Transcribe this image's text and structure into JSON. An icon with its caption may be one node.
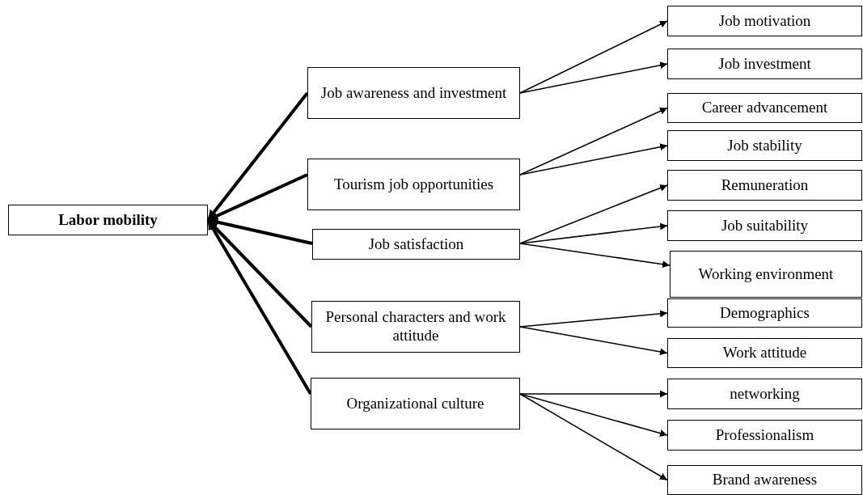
{
  "diagram": {
    "nodes": [
      {
        "text": [
          "Labor mobility"
        ]
      },
      {
        "text": [
          "Job awareness and investment"
        ]
      },
      {
        "text": [
          "Tourism job opportunities"
        ]
      },
      {
        "text": [
          "Job satisfaction"
        ]
      },
      {
        "text": [
          "Personal characters and work attitude"
        ]
      },
      {
        "text": [
          "Organizational culture"
        ]
      },
      {
        "text": [
          "Job motivation"
        ]
      },
      {
        "text": [
          "Job investment"
        ]
      },
      {
        "text": [
          "Career advancement"
        ]
      },
      {
        "text": [
          "Job stability"
        ]
      },
      {
        "text": [
          "Remuneration"
        ]
      },
      {
        "text": [
          "Job suitability"
        ]
      },
      {
        "text": [
          "Working environment"
        ]
      },
      {
        "text": [
          "Demographics"
        ]
      },
      {
        "text": [
          "Work attitude"
        ]
      },
      {
        "text": [
          "networking"
        ]
      },
      {
        "text": [
          "Professionalism"
        ]
      },
      {
        "text": [
          "Brand awareness"
        ]
      }
    ],
    "edges": [
      {
        "from": 1,
        "to": 0,
        "arrow": "to",
        "style": "thick"
      },
      {
        "from": 2,
        "to": 0,
        "arrow": "to",
        "style": "thick"
      },
      {
        "from": 3,
        "to": 0,
        "arrow": "to",
        "style": "thick"
      },
      {
        "from": 4,
        "to": 0,
        "arrow": "to",
        "style": "thick"
      },
      {
        "from": 5,
        "to": 0,
        "arrow": "to",
        "style": "thick"
      },
      {
        "from": 1,
        "to": 6,
        "arrow": "to"
      },
      {
        "from": 1,
        "to": 7,
        "arrow": "to"
      },
      {
        "from": 2,
        "to": 8,
        "arrow": "to"
      },
      {
        "from": 2,
        "to": 9,
        "arrow": "to"
      },
      {
        "from": 3,
        "to": 10,
        "arrow": "to"
      },
      {
        "from": 3,
        "to": 11,
        "arrow": "to"
      },
      {
        "from": 3,
        "to": 12,
        "arrow": "to"
      },
      {
        "from": 4,
        "to": 13,
        "arrow": "to"
      },
      {
        "from": 4,
        "to": 14,
        "arrow": "to"
      },
      {
        "from": 5,
        "to": 15,
        "arrow": "to"
      },
      {
        "from": 5,
        "to": 16,
        "arrow": "to"
      },
      {
        "from": 5,
        "to": 17,
        "arrow": "to"
      }
    ]
  }
}
